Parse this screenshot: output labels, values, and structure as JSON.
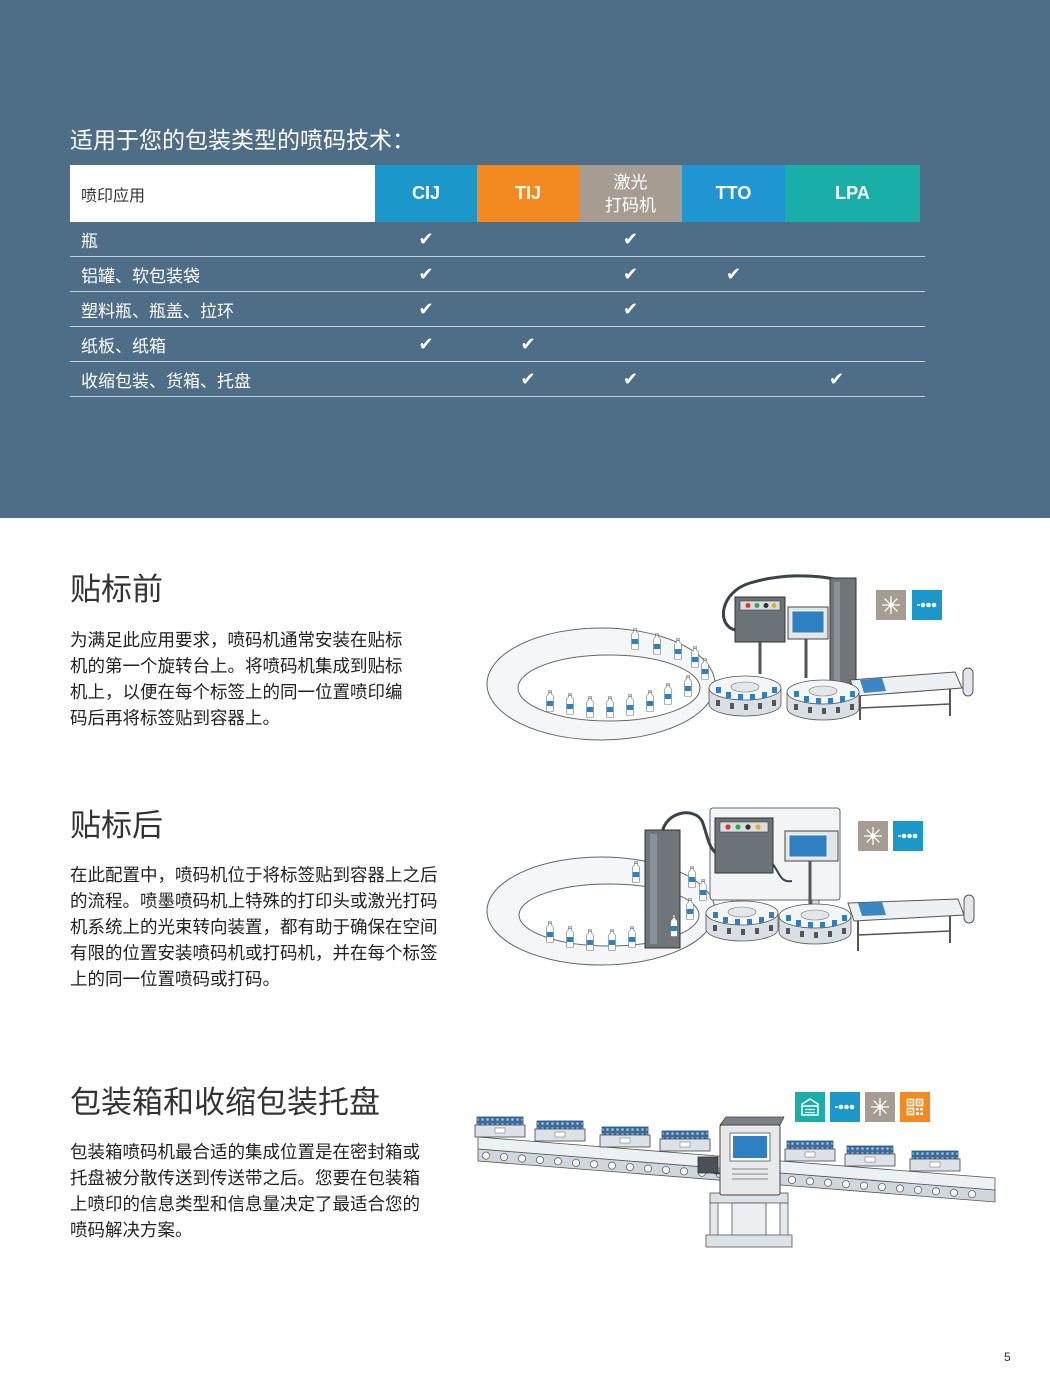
{
  "colors": {
    "band": "#4e6d86",
    "cij": "#1b97c9",
    "tij": "#f28a21",
    "laser": "#a69c91",
    "tto": "#1f96d1",
    "lpa": "#1aaea8"
  },
  "tech_table": {
    "title": "适用于您的包装类型的喷码技术：",
    "header_first": "喷印应用",
    "columns": [
      {
        "label": "CIJ",
        "color": "#1b97c9"
      },
      {
        "label": "TIJ",
        "color": "#f28a21"
      },
      {
        "label_lines": [
          "激光",
          "打码机"
        ],
        "color": "#a69c91"
      },
      {
        "label": "TTO",
        "color": "#1f96d1"
      },
      {
        "label": "LPA",
        "color": "#1aaea8"
      }
    ],
    "rows": [
      {
        "label": "瓶",
        "marks": [
          "✔",
          "",
          "✔",
          "",
          ""
        ]
      },
      {
        "label": "铝罐、软包装袋",
        "marks": [
          "✔",
          "",
          "✔",
          "✔",
          ""
        ]
      },
      {
        "label": "塑料瓶、瓶盖、拉环",
        "marks": [
          "✔",
          "",
          "✔",
          "",
          ""
        ]
      },
      {
        "label": "纸板、纸箱",
        "marks": [
          "✔",
          "✔",
          "",
          "",
          ""
        ]
      },
      {
        "label": "收缩包装、货箱、托盘",
        "marks": [
          "",
          "✔",
          "✔",
          "",
          "✔"
        ]
      }
    ]
  },
  "sections": [
    {
      "heading": "贴标前",
      "lines": [
        "为满足此应用要求，喷码机通常安装在贴标",
        "机的第一个旋转台上。将喷码机集成到贴标",
        "机上，以便在每个标签上的同一位置喷印编",
        "码后再将标签贴到容器上。"
      ],
      "icons": [
        {
          "icon": "laser-icon",
          "color": "#a69c91"
        },
        {
          "icon": "inkjet-dots-icon",
          "color": "#1b97c9"
        }
      ]
    },
    {
      "heading": "贴标后",
      "lines": [
        "在此配置中，喷码机位于将标签贴到容器上之后",
        "的流程。喷墨喷码机上特殊的打印头或激光打码",
        "机系统上的光束转向装置，都有助于确保在空间",
        "有限的位置安装喷码机或打码机，并在每个标签",
        "上的同一位置喷码或打码。"
      ],
      "icons": [
        {
          "icon": "laser-icon",
          "color": "#a69c91"
        },
        {
          "icon": "inkjet-dots-icon",
          "color": "#1b97c9"
        }
      ]
    },
    {
      "heading": "包装箱和收缩包装托盘",
      "lines": [
        "包装箱喷码机最合适的集成位置是在密封箱或",
        "托盘被分散传送到传送带之后。您要在包装箱",
        "上喷印的信息类型和信息量决定了最适合您的",
        "喷码解决方案。"
      ],
      "icons": [
        {
          "icon": "label-icon",
          "color": "#1aaea8"
        },
        {
          "icon": "inkjet-dots-icon",
          "color": "#1b97c9"
        },
        {
          "icon": "laser-icon",
          "color": "#a69c91"
        },
        {
          "icon": "qr-code-icon",
          "color": "#f28a21"
        }
      ]
    }
  ],
  "page_number": "5"
}
